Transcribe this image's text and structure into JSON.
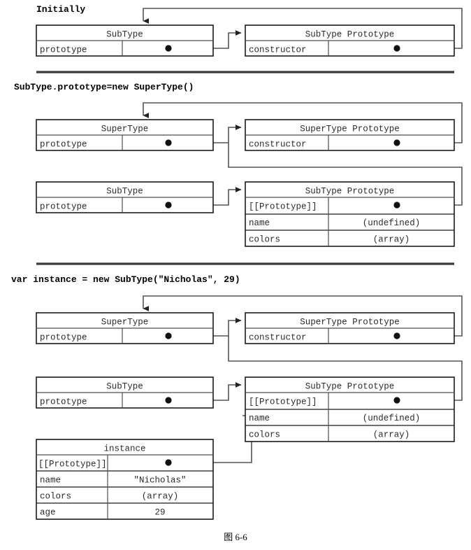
{
  "figure": {
    "caption": "图    6-6",
    "sections": [
      {
        "id": "initially",
        "label": "Initially",
        "boxes": [
          {
            "id": "subtype",
            "title": "SubType",
            "rows": [
              {
                "key": "prototype",
                "value": ""
              }
            ]
          },
          {
            "id": "subtype-prototype",
            "title": "SubType Prototype",
            "rows": [
              {
                "key": "constructor",
                "value": ""
              }
            ]
          }
        ]
      },
      {
        "id": "subtype-prototype-assign",
        "label": "SubType.prototype=new SuperType()",
        "boxes": [
          {
            "id": "supertype",
            "title": "SuperType",
            "rows": [
              {
                "key": "prototype",
                "value": ""
              }
            ]
          },
          {
            "id": "supertype-prototype",
            "title": "SuperType Prototype",
            "rows": [
              {
                "key": "constructor",
                "value": ""
              }
            ]
          },
          {
            "id": "subtype",
            "title": "SubType",
            "rows": [
              {
                "key": "prototype",
                "value": ""
              }
            ]
          },
          {
            "id": "subtype-prototype",
            "title": "SubType Prototype",
            "rows": [
              {
                "key": "[[Prototype]]",
                "value": ""
              },
              {
                "key": "name",
                "value": "(undefined)"
              },
              {
                "key": "colors",
                "value": "(array)"
              }
            ]
          }
        ]
      },
      {
        "id": "instance-creation",
        "label": "var instance = new SubType(\"Nicholas\", 29)",
        "boxes": [
          {
            "id": "supertype",
            "title": "SuperType",
            "rows": [
              {
                "key": "prototype",
                "value": ""
              }
            ]
          },
          {
            "id": "supertype-prototype",
            "title": "SuperType Prototype",
            "rows": [
              {
                "key": "constructor",
                "value": ""
              }
            ]
          },
          {
            "id": "subtype",
            "title": "SubType",
            "rows": [
              {
                "key": "prototype",
                "value": ""
              }
            ]
          },
          {
            "id": "subtype-prototype",
            "title": "SubType Prototype",
            "rows": [
              {
                "key": "[[Prototype]]",
                "value": ""
              },
              {
                "key": "name",
                "value": "(undefined)"
              },
              {
                "key": "colors",
                "value": "(array)"
              }
            ]
          },
          {
            "id": "instance",
            "title": "instance",
            "rows": [
              {
                "key": "[[Prototype]]",
                "value": ""
              },
              {
                "key": "name",
                "value": "\"Nicholas\""
              },
              {
                "key": "colors",
                "value": "(array)"
              },
              {
                "key": "age",
                "value": "29"
              }
            ]
          }
        ]
      }
    ]
  },
  "colors": {
    "box_border": "#1a1a1a",
    "connector": "#555555",
    "separator": "#3a3a3a",
    "text": "#2b2b2b"
  }
}
